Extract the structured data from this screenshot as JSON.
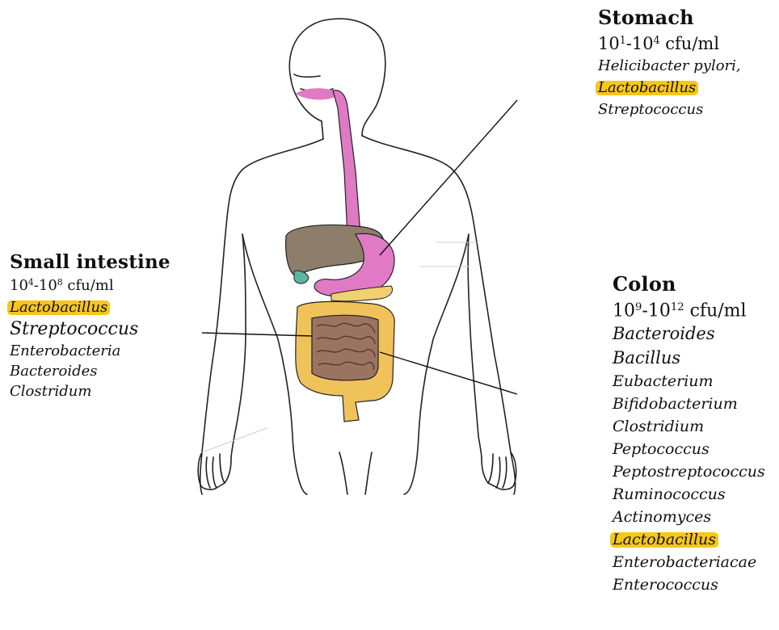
{
  "stomach": {
    "title": "Stomach",
    "count_base1": "10",
    "count_exp1": "1",
    "count_mid": "-10",
    "count_exp2": "4",
    "count_unit": " cfu/ml",
    "organisms": [
      "Helicibacter pylori,",
      "Lactobacillus",
      "Streptococcus"
    ],
    "highlight_index": 1
  },
  "small_intestine": {
    "title": "Small intestine",
    "count_base1": "10",
    "count_exp1": "4",
    "count_mid": "-10",
    "count_exp2": "8",
    "count_unit": " cfu/ml",
    "organisms": [
      "Lactobacillus",
      "Streptococcus",
      "Enterobacteria",
      "Bacteroides",
      "Clostridum"
    ],
    "highlight_index": 0
  },
  "colon": {
    "title": "Colon",
    "count_base1": "10",
    "count_exp1": "9",
    "count_mid": "-10",
    "count_exp2": "12",
    "count_unit": " cfu/ml",
    "organisms": [
      "Bacteroides",
      "Bacillus",
      "Eubacterium",
      "Bifidobacterium",
      "Clostridium",
      "Peptococcus",
      "Peptostreptococcus",
      "Ruminococcus",
      "Actinomyces",
      "Lactobacillus",
      "Enterobacteriacae",
      "Enterococcus"
    ],
    "highlight_index": 9
  },
  "colors": {
    "highlight": "#f7c61a",
    "esophagus": "#e07ac4",
    "stomach": "#e07ac4",
    "liver": "#8e7d6a",
    "small_intestine": "#9a7460",
    "colon": "#f0c25a",
    "gallbladder": "#5fb5a0",
    "outline": "#222222"
  }
}
